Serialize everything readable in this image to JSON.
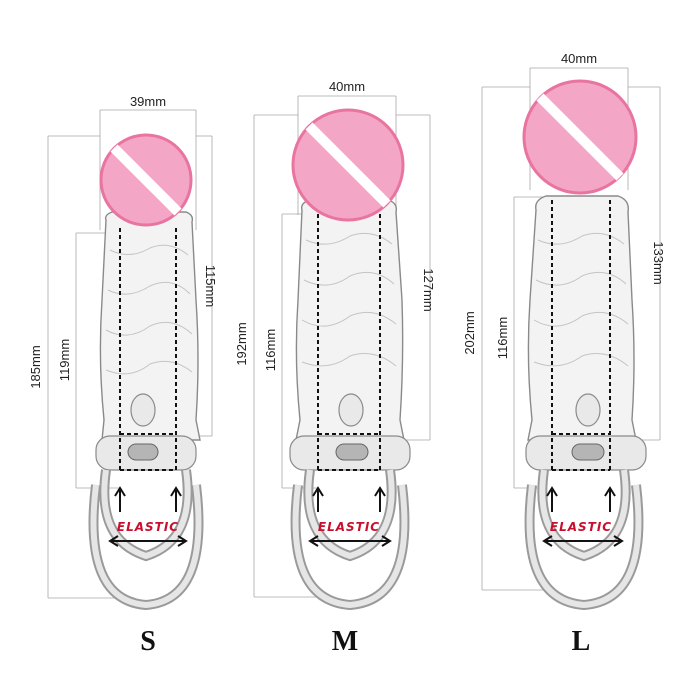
{
  "colors": {
    "censor_pink": "#f4a6c6",
    "elastic_red": "#c8102e",
    "guide_gray": "#a8a8a8"
  },
  "elastic_label": "ELASTIC",
  "products": [
    {
      "size": "S",
      "head_width": "39mm",
      "total_length": "185mm",
      "inner_length": "119mm",
      "shaft_length": "115mm"
    },
    {
      "size": "M",
      "head_width": "40mm",
      "total_length": "192mm",
      "inner_length": "116mm",
      "shaft_length": "127mm"
    },
    {
      "size": "L",
      "head_width": "40mm",
      "total_length": "202mm",
      "inner_length": "116mm",
      "shaft_length": "133mm"
    }
  ]
}
